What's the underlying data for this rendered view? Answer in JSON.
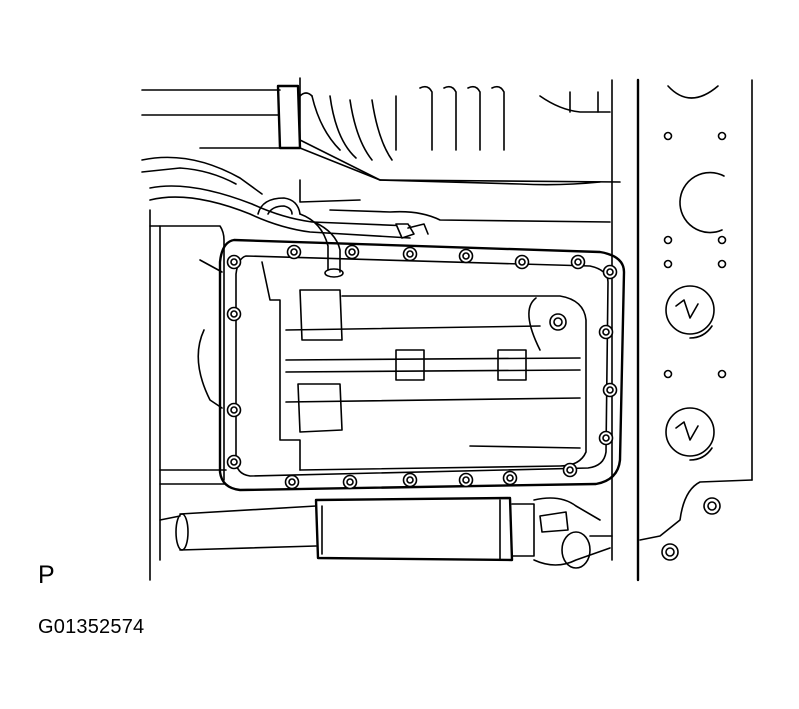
{
  "diagram": {
    "view_label": "P",
    "figure_id": "G01352574"
  },
  "icons": {
    "illustration": "transmission-oil-pan-bolts-drawing",
    "bolt": "bolt-head-icon"
  }
}
